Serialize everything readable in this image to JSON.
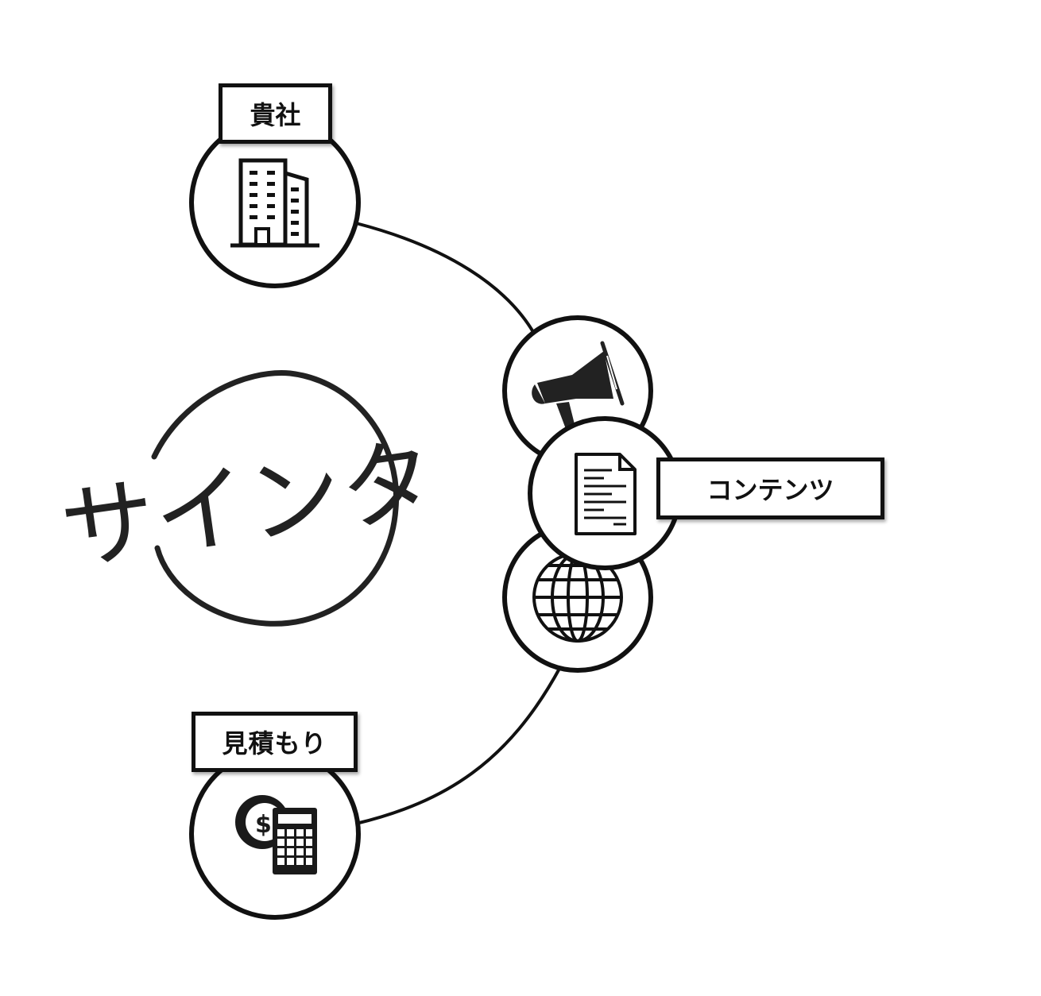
{
  "logo": {
    "text": "サインタ"
  },
  "nodes": {
    "company": {
      "label": "貴社",
      "icon": "building-icon"
    },
    "promotion": {
      "icon": "megaphone-icon"
    },
    "contents": {
      "label": "コンテンツ",
      "icon": "document-icon"
    },
    "web": {
      "icon": "globe-icon"
    },
    "estimate": {
      "label": "見積もり",
      "icon": "dollar-calculator-icon"
    }
  },
  "colors": {
    "stroke": "#111111",
    "background": "#ffffff",
    "logo": "#222222"
  }
}
